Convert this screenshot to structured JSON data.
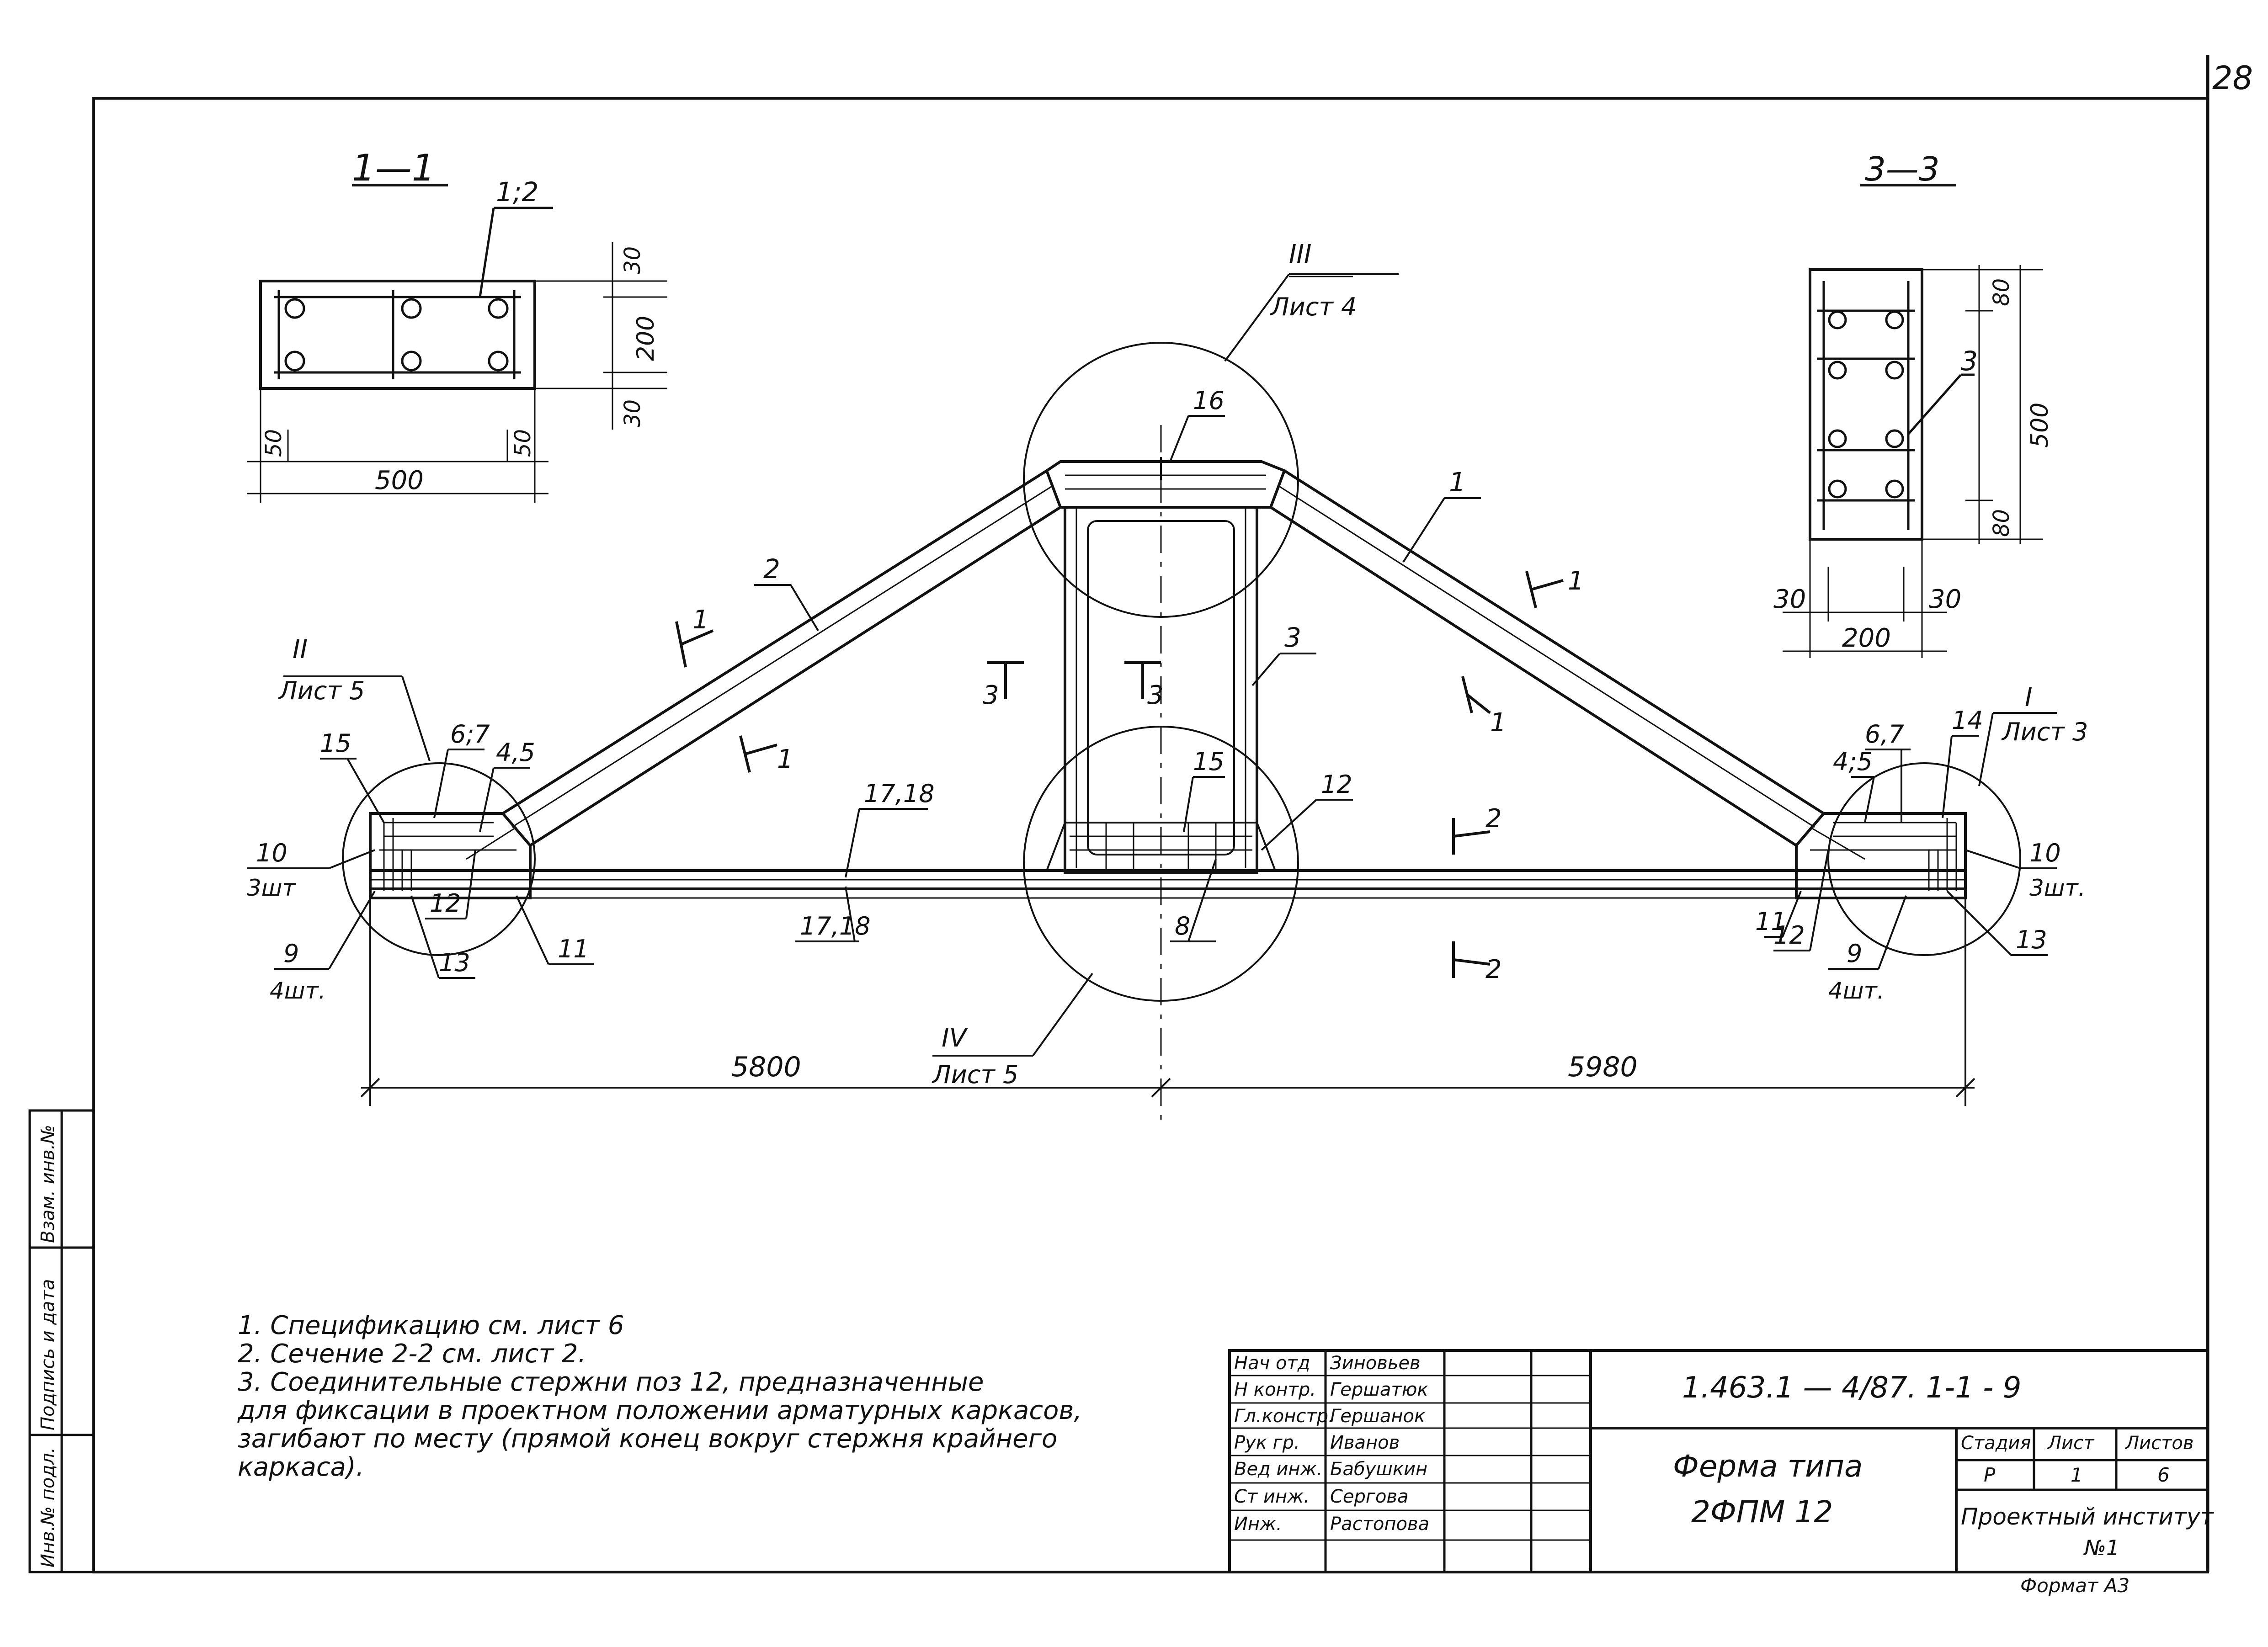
{
  "page_number": "28",
  "sections": {
    "s1": {
      "title": "1—1",
      "d_top": "30",
      "d_mid": "200",
      "d_bot": "30",
      "d_left": "50",
      "d_right": "50",
      "d_width": "500",
      "pos": "1;2"
    },
    "s3": {
      "title": "3—3",
      "d_top": "80",
      "d_mid": "500",
      "d_bot": "80",
      "d_left": "30",
      "d_right": "30",
      "d_width": "200",
      "pos": "3"
    }
  },
  "callouts": {
    "c3_num": "III",
    "c3_sheet": "Лист 4",
    "c2_num": "II",
    "c2_sheet": "Лист 5",
    "c1_num": "I",
    "c1_sheet": "Лист 3",
    "c4_num": "IV",
    "c4_sheet": "Лист 5"
  },
  "positions": {
    "p1": "1",
    "p2": "2",
    "p3": "3",
    "p16": "16",
    "p15a": "15",
    "p15b": "15",
    "p67a": "6;7",
    "p45a": "4,5",
    "p67b": "6,7",
    "p45b": "4;5",
    "p14": "14",
    "p10a": "10",
    "p10a_qty": "3шт",
    "p10b": "10",
    "p10b_qty": "3шт.",
    "p9a": "9",
    "p9a_qty": "4шт.",
    "p9b": "9",
    "p9b_qty": "4шт.",
    "p12a": "12",
    "p12b": "12",
    "p12c": "12",
    "p13a": "13",
    "p13b": "13",
    "p11a": "11",
    "p11b": "11",
    "p1718a": "17,18",
    "p1718b": "17,18",
    "p8": "8"
  },
  "cuts": {
    "c1a": "1",
    "c1b": "1",
    "c1c": "1",
    "c1d": "1",
    "c2a": "2",
    "c2b": "2",
    "c3a": "3",
    "c3b": "3"
  },
  "dims": {
    "left": "5800",
    "right": "5980"
  },
  "notes": [
    "1. Спецификацию см. лист 6",
    "2. Сечение 2-2 см. лист 2.",
    "3. Соединительные стержни поз 12, предназначенные",
    "для фиксации в проектном положении арматурных каркасов,",
    "загибают по месту (прямой конец вокруг стержня крайнего",
    "каркаса)."
  ],
  "stamp_side": [
    "Инв.№ подл.",
    "Подпись и дата",
    "Взам. инв.№"
  ],
  "title_block": {
    "roles": [
      "Нач отд",
      "Н контр.",
      "Гл.констр.",
      "Рук гр.",
      "Вед инж.",
      "Ст инж.",
      "Инж."
    ],
    "names": [
      "Зиновьев",
      "Гершатюк",
      "Гершанок",
      "Иванов",
      "Бабушкин",
      "Сергова",
      "Растопова"
    ],
    "code": "1.463.1 — 4/87. 1-1 - 9",
    "name_line1": "Ферма типа",
    "name_line2": "2ФПМ 12",
    "stage_h": "Стадия",
    "sheet_h": "Лист",
    "sheets_h": "Листов",
    "stage": "Р",
    "sheet": "1",
    "sheets": "6",
    "org1": "Проектный институт",
    "org2": "№1",
    "format": "Формат А3"
  }
}
